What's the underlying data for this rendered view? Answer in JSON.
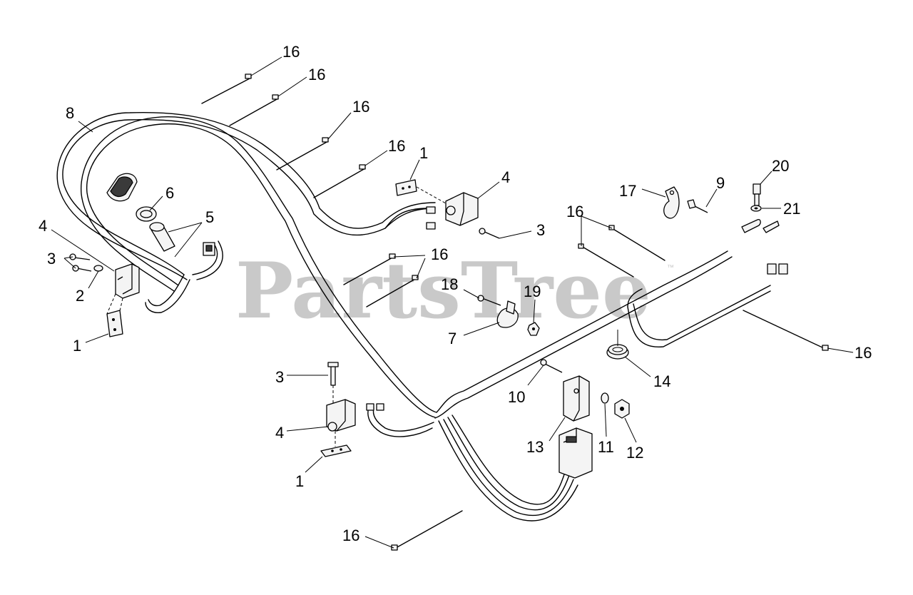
{
  "watermark": {
    "text": "PartsTree",
    "trademark": "™"
  },
  "callouts": {
    "c16a": "16",
    "c16b": "16",
    "c16c": "16",
    "c16d": "16",
    "c16e": "16",
    "c16f": "16",
    "c16g": "16",
    "c16h": "16",
    "c8": "8",
    "c1a": "1",
    "c1b": "1",
    "c1c": "1",
    "c4a": "4",
    "c4b": "4",
    "c4c": "4",
    "c3a": "3",
    "c3b": "3",
    "c3c": "3",
    "c6": "6",
    "c5": "5",
    "c2": "2",
    "c17": "17",
    "c9": "9",
    "c20": "20",
    "c21": "21",
    "c18": "18",
    "c19": "19",
    "c7": "7",
    "c10": "10",
    "c13": "13",
    "c11": "11",
    "c12": "12",
    "c14": "14"
  }
}
